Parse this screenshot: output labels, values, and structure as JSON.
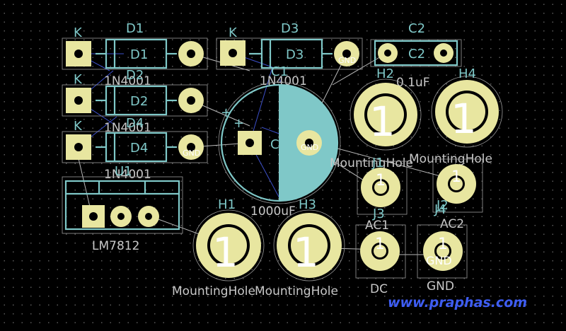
{
  "refs": {
    "d1": "D1",
    "d2": "D2",
    "d3": "D3",
    "d4": "D4",
    "c1": "C1",
    "c2": "C2",
    "u1": "U1",
    "h1": "H1",
    "h2": "H2",
    "h3": "H3",
    "h4": "H4",
    "j1": "J1",
    "j2": "J2",
    "j3": "J3",
    "j4": "J4"
  },
  "values": {
    "diode": "1N4001",
    "c1": "1000uF",
    "c2": "0.1uF",
    "regulator": "LM7812",
    "hole": "MountingHole",
    "j1": "AC1",
    "j2": "AC2",
    "j3": "DC",
    "j4": "GND"
  },
  "pad_text": {
    "cathode": "K",
    "gnd": "GND",
    "hole_pin": "1",
    "cap_c": "C",
    "plus": "+"
  },
  "watermark": "www.praphas.com",
  "colors": {
    "background": "#000000",
    "silkscreen": "#7fc8c8",
    "pad": "#e8e6a0",
    "ratsnest": "#3c4fc8",
    "watermark": "#3e5df2"
  }
}
